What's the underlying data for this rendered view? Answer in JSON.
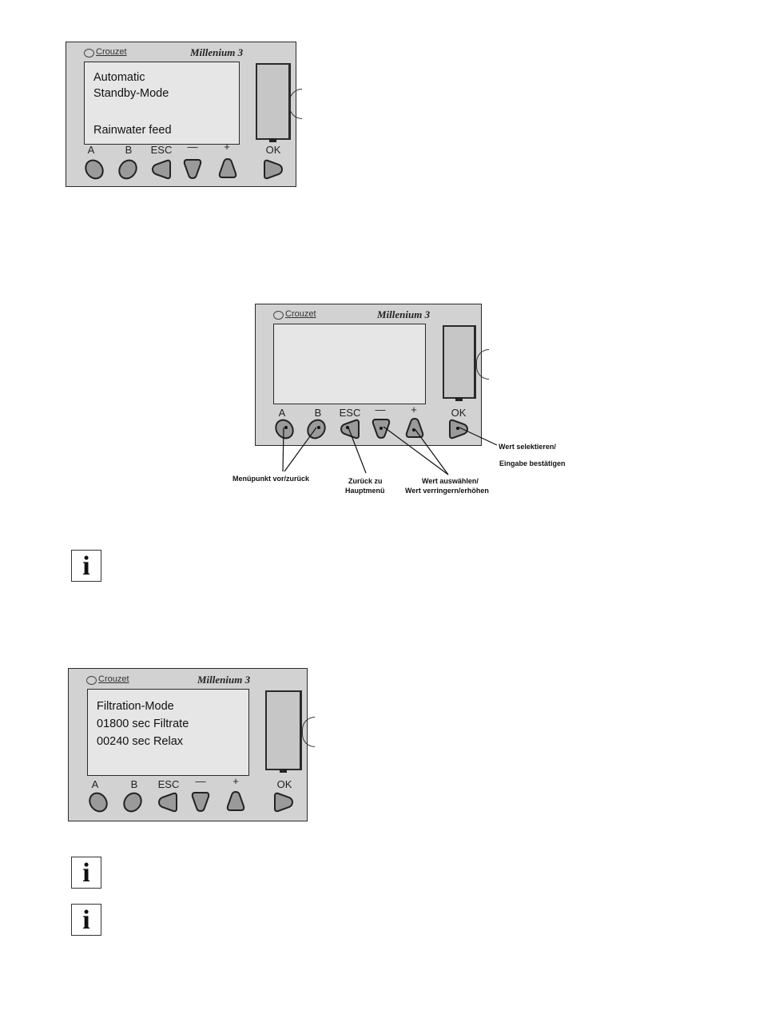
{
  "device_brand": "Crouzet",
  "device_model": "Millenium 3",
  "keys": [
    "A",
    "B",
    "ESC",
    "—",
    "+",
    "OK"
  ],
  "panel1": {
    "screen_lines": [
      "Automatic",
      "Standby-Mode",
      "",
      "Rainwater feed"
    ]
  },
  "panel2": {
    "screen_lines": [],
    "callouts": {
      "menu": "Menüpunkt vor/zurück",
      "esc_line1": "Zurück zu",
      "esc_line2": "Hauptmenü",
      "value_line1": "Wert auswählen/",
      "value_line2": "Wert verringern/erhöhen",
      "ok_line1": "Wert selektieren/",
      "ok_line2": "Eingabe bestätigen"
    }
  },
  "panel3": {
    "screen_lines": [
      "Filtration-Mode",
      "01800 sec Filtrate",
      "00240 sec Relax"
    ]
  },
  "info_icon_glyph": "i"
}
